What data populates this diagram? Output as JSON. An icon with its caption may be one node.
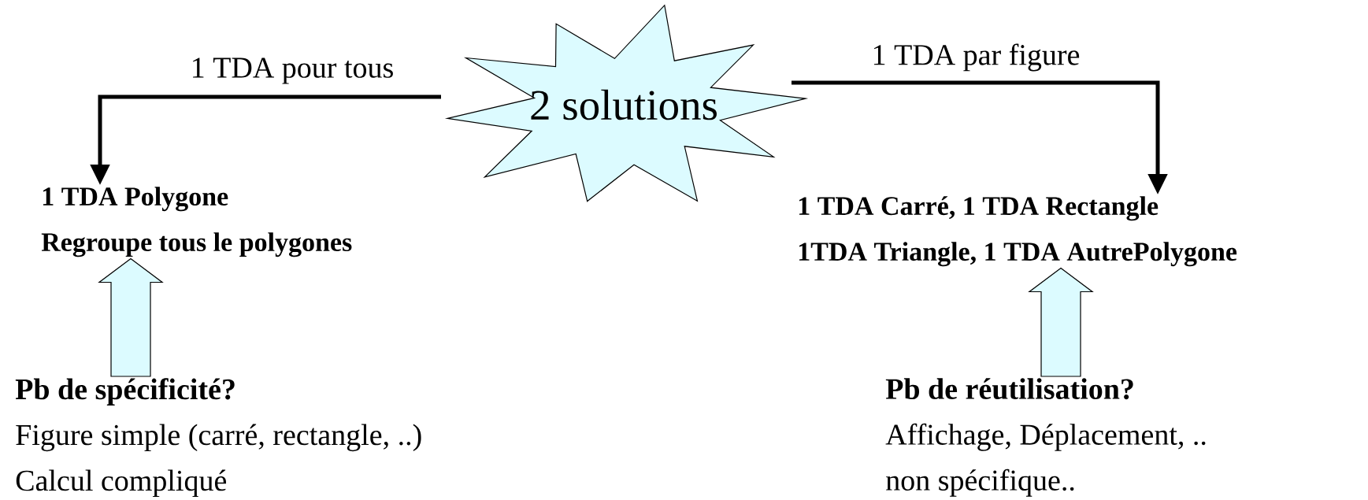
{
  "diagram": {
    "nodes": [
      {
        "text": [
          "2 solutions"
        ]
      },
      {
        "text": [
          "1 TDA Polygone",
          "Regroupe tous le polygones"
        ]
      },
      {
        "text": [
          "1 TDA Carré, 1 TDA Rectangle",
          "1TDA Triangle, 1 TDA AutrePolygone"
        ]
      },
      {
        "text": [
          "Pb de spécificité?",
          "Figure simple (carré, rectangle, ..)",
          "Calcul compliqué"
        ]
      },
      {
        "text": [
          "Pb de réutilisation?",
          "Affichage, Déplacement, ..",
          "non spécifique.."
        ]
      }
    ],
    "edges": [
      {
        "from": 0,
        "to": 1,
        "arrow": "to",
        "label": "1 TDA pour tous"
      },
      {
        "from": 0,
        "to": 2,
        "arrow": "to",
        "label": "1 TDA par figure"
      },
      {
        "from": 3,
        "to": 1,
        "arrow": "to",
        "color": "#dcfbff"
      },
      {
        "from": 4,
        "to": 2,
        "arrow": "to",
        "color": "#dcfbff"
      }
    ]
  }
}
